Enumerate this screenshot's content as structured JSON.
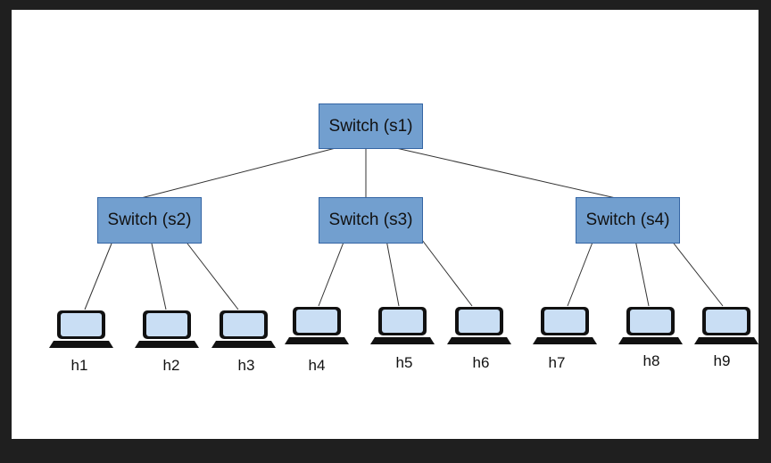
{
  "colors": {
    "background_frame": "#1f1f1f",
    "canvas": "#ffffff",
    "switch_fill": "#729fcf",
    "switch_border": "#3465a4",
    "link": "#333333",
    "laptop_body": "#111111",
    "laptop_screen": "#c9def4"
  },
  "switches": {
    "s1": {
      "label": "Switch (s1)"
    },
    "s2": {
      "label": "Switch (s2)"
    },
    "s3": {
      "label": "Switch (s3)"
    },
    "s4": {
      "label": "Switch (s4)"
    }
  },
  "hosts": {
    "h1": {
      "label": "h1",
      "icon": "laptop-icon"
    },
    "h2": {
      "label": "h2",
      "icon": "laptop-icon"
    },
    "h3": {
      "label": "h3",
      "icon": "laptop-icon"
    },
    "h4": {
      "label": "h4",
      "icon": "laptop-icon"
    },
    "h5": {
      "label": "h5",
      "icon": "laptop-icon"
    },
    "h6": {
      "label": "h6",
      "icon": "laptop-icon"
    },
    "h7": {
      "label": "h7",
      "icon": "laptop-icon"
    },
    "h8": {
      "label": "h8",
      "icon": "laptop-icon"
    },
    "h9": {
      "label": "h9",
      "icon": "laptop-icon"
    }
  },
  "links": [
    [
      "s1",
      "s2"
    ],
    [
      "s1",
      "s3"
    ],
    [
      "s1",
      "s4"
    ],
    [
      "s2",
      "h1"
    ],
    [
      "s2",
      "h2"
    ],
    [
      "s2",
      "h3"
    ],
    [
      "s3",
      "h4"
    ],
    [
      "s3",
      "h5"
    ],
    [
      "s3",
      "h6"
    ],
    [
      "s4",
      "h7"
    ],
    [
      "s4",
      "h8"
    ],
    [
      "s4",
      "h9"
    ]
  ]
}
